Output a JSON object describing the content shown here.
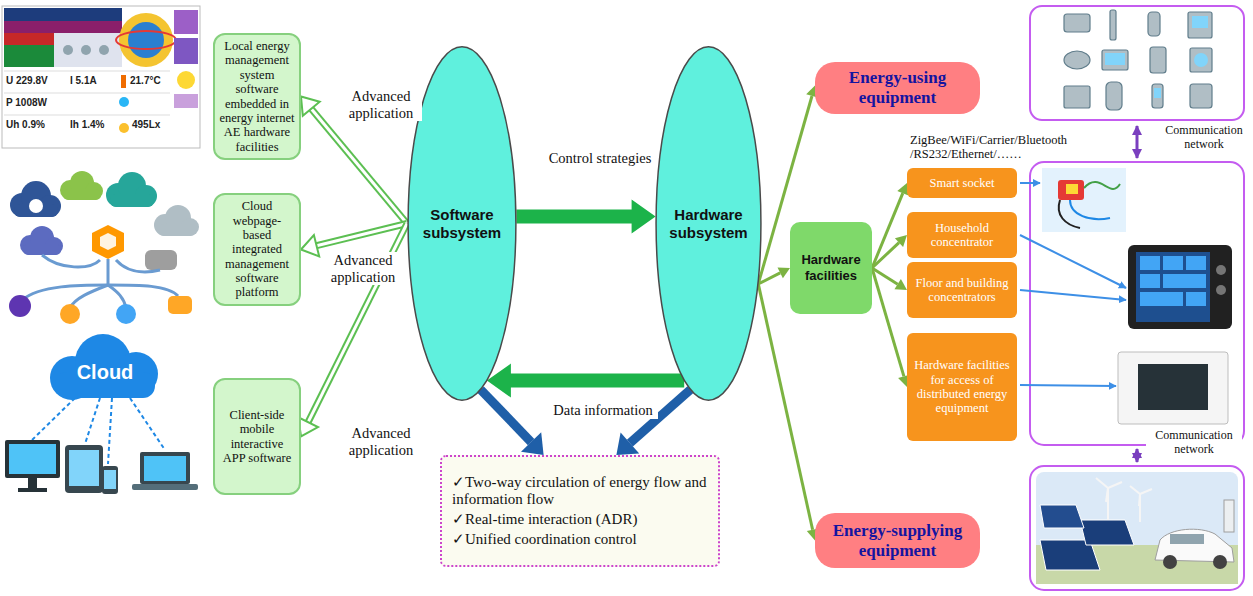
{
  "diagram": {
    "nodes": [
      {
        "text": [
          "Local energy management system software embedded in energy internet AE hardware facilities"
        ]
      },
      {
        "text": [
          "Cloud webpage-based integrated management software platform"
        ]
      },
      {
        "text": [
          "Client-side mobile interactive APP software"
        ]
      },
      {
        "text": [
          "Software subsystem"
        ]
      },
      {
        "text": [
          "Hardware subsystem"
        ]
      },
      {
        "text": [
          "✓Two-way circulation of energy flow and information flow",
          "✓Real-time interaction (ADR)",
          "✓Unified coordination control"
        ]
      },
      {
        "text": [
          "Energy-using equipment"
        ]
      },
      {
        "text": [
          "Hardware facilities"
        ]
      },
      {
        "text": [
          "Smart socket"
        ]
      },
      {
        "text": [
          "Household concentrator"
        ]
      },
      {
        "text": [
          "Floor and building concentrators"
        ]
      },
      {
        "text": [
          "Hardware facilities for access of distributed energy equipment"
        ]
      },
      {
        "text": [
          "Energy-supplying equipment"
        ]
      }
    ],
    "edges": [
      {
        "from": 3,
        "to": 0,
        "arrow": "to",
        "label": "Advanced application"
      },
      {
        "from": 3,
        "to": 1,
        "arrow": "to",
        "label": "Advanced application"
      },
      {
        "from": 3,
        "to": 2,
        "arrow": "to",
        "label": "Advanced application"
      },
      {
        "from": 3,
        "to": 4,
        "arrow": "to",
        "label": "Control strategies"
      },
      {
        "from": 4,
        "to": 3,
        "arrow": "to",
        "label": "Data information"
      },
      {
        "from": 3,
        "to": 5,
        "arrow": "to"
      },
      {
        "from": 4,
        "to": 5,
        "arrow": "to"
      },
      {
        "from": 4,
        "to": 6,
        "arrow": "to"
      },
      {
        "from": 4,
        "to": 7,
        "arrow": "to"
      },
      {
        "from": 4,
        "to": 12,
        "arrow": "to"
      },
      {
        "from": 7,
        "to": 8,
        "arrow": "to"
      },
      {
        "from": 7,
        "to": 9,
        "arrow": "to"
      },
      {
        "from": 7,
        "to": 10,
        "arrow": "to"
      },
      {
        "from": 7,
        "to": 11,
        "arrow": "to"
      }
    ],
    "labels": [
      "ZigBee/WiFi/Carrier/Bluetooth /RS232/Ethernet/……",
      "Communication network",
      "Communication network",
      "Cloud",
      "U 229.8V",
      "I 5.1A",
      "21.7°C",
      "P 1008W",
      "Uh 0.9%",
      "Ih 1.4%",
      "495Lx"
    ]
  }
}
